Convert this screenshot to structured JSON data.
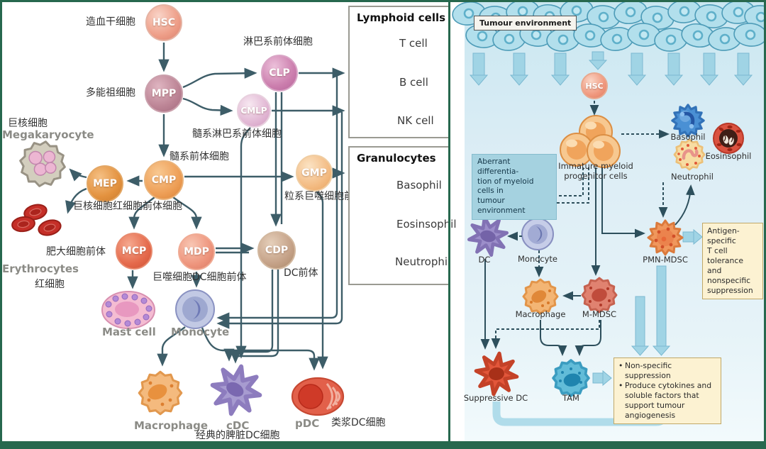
{
  "left": {
    "nodes": {
      "hsc": {
        "abbr": "HSC",
        "label": "造血干细胞"
      },
      "mpp": {
        "abbr": "MPP",
        "label": "多能祖细胞"
      },
      "clp": {
        "abbr": "CLP",
        "label": "淋巴系前体细胞"
      },
      "cmlp": {
        "abbr": "CMLP",
        "label": "髓系淋巴系前体细胞"
      },
      "cmp": {
        "abbr": "CMP",
        "label": "髓系前体细胞"
      },
      "mep": {
        "abbr": "MEP",
        "label": "巨核细胞红细胞前体细胞"
      },
      "gmp": {
        "abbr": "GMP",
        "label": "粒系巨噬细胞前体"
      },
      "mcp": {
        "abbr": "MCP",
        "label": "肥大细胞前体"
      },
      "mdp": {
        "abbr": "MDP",
        "label": "巨噬细胞DC细胞前体"
      },
      "cdp": {
        "abbr": "CDP",
        "label": "DC前体"
      }
    },
    "cells": {
      "megakaryocyte": {
        "cn": "巨核细胞",
        "en": "Megakaryocyte"
      },
      "erythrocytes": {
        "en": "Erythrocytes",
        "cn": "红细胞"
      },
      "mast": {
        "en": "Mast cell"
      },
      "monocyte": {
        "en": "Monocyte"
      },
      "macrophage": {
        "en": "Macrophage"
      },
      "cdc": {
        "en": "cDC",
        "cn": "经典的脾脏DC细胞"
      },
      "pdc": {
        "en": "pDC",
        "cn": "类浆DC细胞"
      }
    },
    "lymphoid_box": {
      "title": "Lymphoid cells",
      "items": [
        {
          "label": "T cell"
        },
        {
          "label": "B cell"
        },
        {
          "label": "NK cell"
        }
      ]
    },
    "granulocyte_box": {
      "title": "Granulocytes",
      "items": [
        {
          "label": "Basophil"
        },
        {
          "label": "Eosinsophil"
        },
        {
          "label": "Neutrophil"
        }
      ]
    }
  },
  "right": {
    "tumour_label": "Tumour environment",
    "hsc": "HSC",
    "progenitor_line1": "Immature myeloid",
    "progenitor_line2": "progenitor cells",
    "aberrant_box": {
      "line1": "Aberrant differentia-",
      "line2": "tion of myeloid cells in",
      "line3": "tumour environment"
    },
    "cells": {
      "basophil": "Basophil",
      "eosinsophil": "Eosinsophil",
      "neutrophil": "Neutrophil",
      "dc": "DC",
      "monocyte": "Monocyte",
      "macrophage": "Macrophage",
      "mmdsc": "M-MDSC",
      "pmnmdsc": "PMN-MDSC",
      "suppressive_dc": "Suppressive DC",
      "tam": "TAM"
    },
    "antigen_box": {
      "line1": "Antigen-specific",
      "line2": "T cell tolerance",
      "line3": "and nonspecific",
      "line4": "suppression"
    },
    "suppression_box": {
      "item1": "Non-specific suppression",
      "item2": "Produce cytokines and soluble factors that support tumour angiogenesis"
    }
  },
  "colors": {
    "frame": "#27684e",
    "arrow_dark_left": "#3d5d68",
    "arrow_dark_right": "#2d4f5c",
    "fat_arrow": "#a0d4e5",
    "yellow_box": "#fcf2d2",
    "aberrant_box": "#a5d2e0"
  }
}
